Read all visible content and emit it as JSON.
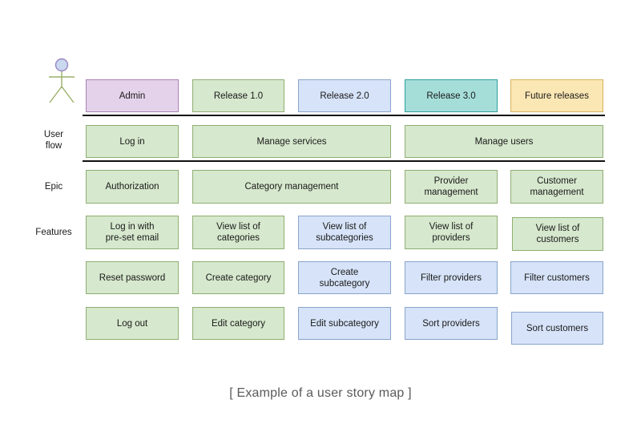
{
  "diagram": {
    "caption": "[ Example of a user story map ]",
    "actor": {
      "name": "actor-stick-figure",
      "head_color": "#c9d8ef",
      "head_border": "#9b86c4",
      "body_color": "#9bb06a"
    },
    "colors": {
      "green_fill": "#d6e8cd",
      "green_border": "#8fae72",
      "blue_fill": "#d6e3f8",
      "blue_border": "#8aa4cc",
      "purple_fill": "#e4d2ea",
      "purple_border": "#a982b5",
      "teal_fill": "#a5ded9",
      "teal_border": "#2f9f9c",
      "yellow_fill": "#fbe7b4",
      "yellow_border": "#d8b35e",
      "divider": "#111111"
    },
    "row_labels": [
      {
        "id": "user-flow",
        "text": "User\nflow"
      },
      {
        "id": "epic",
        "text": "Epic"
      },
      {
        "id": "features",
        "text": "Features"
      }
    ],
    "header_row": [
      {
        "id": "admin",
        "label": "Admin",
        "color": "purple"
      },
      {
        "id": "release-1-0",
        "label": "Release 1.0",
        "color": "green"
      },
      {
        "id": "release-2-0",
        "label": "Release 2.0",
        "color": "blue"
      },
      {
        "id": "release-3-0",
        "label": "Release 3.0",
        "color": "teal"
      },
      {
        "id": "future-releases",
        "label": "Future releases",
        "color": "yellow"
      }
    ],
    "user_flow_row": [
      {
        "id": "log-in",
        "label": "Log in",
        "color": "green"
      },
      {
        "id": "manage-services",
        "label": "Manage services",
        "color": "green"
      },
      {
        "id": "manage-users",
        "label": "Manage users",
        "color": "green"
      }
    ],
    "epic_row": [
      {
        "id": "authorization",
        "label": "Authorization",
        "color": "green"
      },
      {
        "id": "category-management",
        "label": "Category management",
        "color": "green"
      },
      {
        "id": "provider-management",
        "label": "Provider\nmanagement",
        "color": "green"
      },
      {
        "id": "customer-management",
        "label": "Customer\nmanagement",
        "color": "green"
      }
    ],
    "feature_rows": [
      [
        {
          "id": "log-in-with-pre-set-email",
          "label": "Log in with\npre-set email",
          "color": "green"
        },
        {
          "id": "view-list-of-categories",
          "label": "View list of\ncategories",
          "color": "green"
        },
        {
          "id": "view-list-of-subcategories",
          "label": "View list of\nsubcategories",
          "color": "blue"
        },
        {
          "id": "view-list-of-providers",
          "label": "View list of\nproviders",
          "color": "green"
        },
        {
          "id": "view-list-of-customers",
          "label": "View list of\ncustomers",
          "color": "green"
        }
      ],
      [
        {
          "id": "reset-password",
          "label": "Reset password",
          "color": "green"
        },
        {
          "id": "create-category",
          "label": "Create category",
          "color": "green"
        },
        {
          "id": "create-subcategory",
          "label": "Create\nsubcategory",
          "color": "blue"
        },
        {
          "id": "filter-providers",
          "label": "Filter providers",
          "color": "blue"
        },
        {
          "id": "filter-customers",
          "label": "Filter customers",
          "color": "blue"
        }
      ],
      [
        {
          "id": "log-out",
          "label": "Log out",
          "color": "green"
        },
        {
          "id": "edit-category",
          "label": "Edit category",
          "color": "green"
        },
        {
          "id": "edit-subcategory",
          "label": "Edit subcategory",
          "color": "blue"
        },
        {
          "id": "sort-providers",
          "label": "Sort providers",
          "color": "blue"
        },
        {
          "id": "sort-customers",
          "label": "Sort customers",
          "color": "blue"
        }
      ]
    ]
  }
}
